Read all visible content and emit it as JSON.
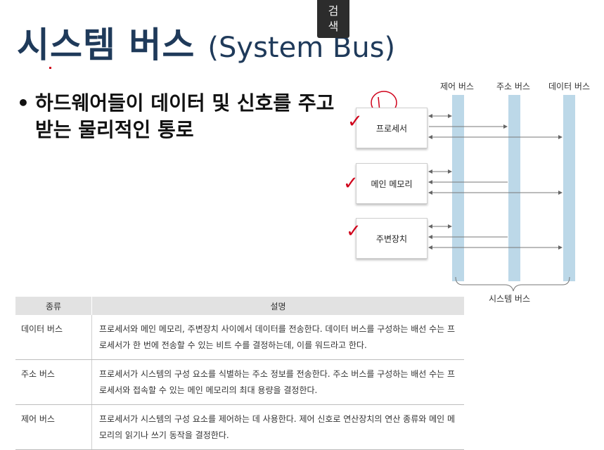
{
  "title": {
    "main": "시스템 버스",
    "sub": "(System Bus)"
  },
  "search_tab": {
    "line1": "검",
    "line2": "색"
  },
  "bullet": {
    "symbol": "•",
    "text": "하드웨어들이 데이터 및 신호를 주고 받는 물리적인 통로"
  },
  "diagram": {
    "buses": [
      {
        "label": "제어 버스"
      },
      {
        "label": "주소 버스"
      },
      {
        "label": "데이터 버스"
      }
    ],
    "components": [
      {
        "label": "프로세서"
      },
      {
        "label": "메인 메모리"
      },
      {
        "label": "주변장치"
      }
    ],
    "bracket_label": "시스템 버스",
    "annotation_color": "#d0021b"
  },
  "table": {
    "headers": [
      "종류",
      "설명"
    ],
    "rows": [
      {
        "type": "데이터 버스",
        "desc_1": "프로세서와 메인 메모리, 주변장치 사이에서 데이터를 전송한다. 데이터 버스를 구성하는 배선 수는 프",
        "desc_2": "로세서가 한 번에 전송할 수 있는 비트 수를 결정하는데, 이를 워드라고 한다."
      },
      {
        "type": "주소 버스",
        "desc_1": "프로세서가 시스템의 구성 요소를 식별하는 주소 정보를 전송한다. 주소 버스를 구성하는 배선 수는 프",
        "desc_2": "로세서와 접속할 수 있는 메인 메모리의 최대 용량을 결정한다."
      },
      {
        "type": "제어 버스",
        "desc_1": "프로세서가 시스템의 구성 요소를 제어하는 데 사용한다. 제어 신호로 연산장치의 연산 종류와 메인 메",
        "desc_2": "모리의 읽기나 쓰기 동작을 결정한다."
      }
    ]
  },
  "colors": {
    "title": "#1f3a5a",
    "bus": "#bcd8e8",
    "header_bg": "#e2e2e2"
  }
}
